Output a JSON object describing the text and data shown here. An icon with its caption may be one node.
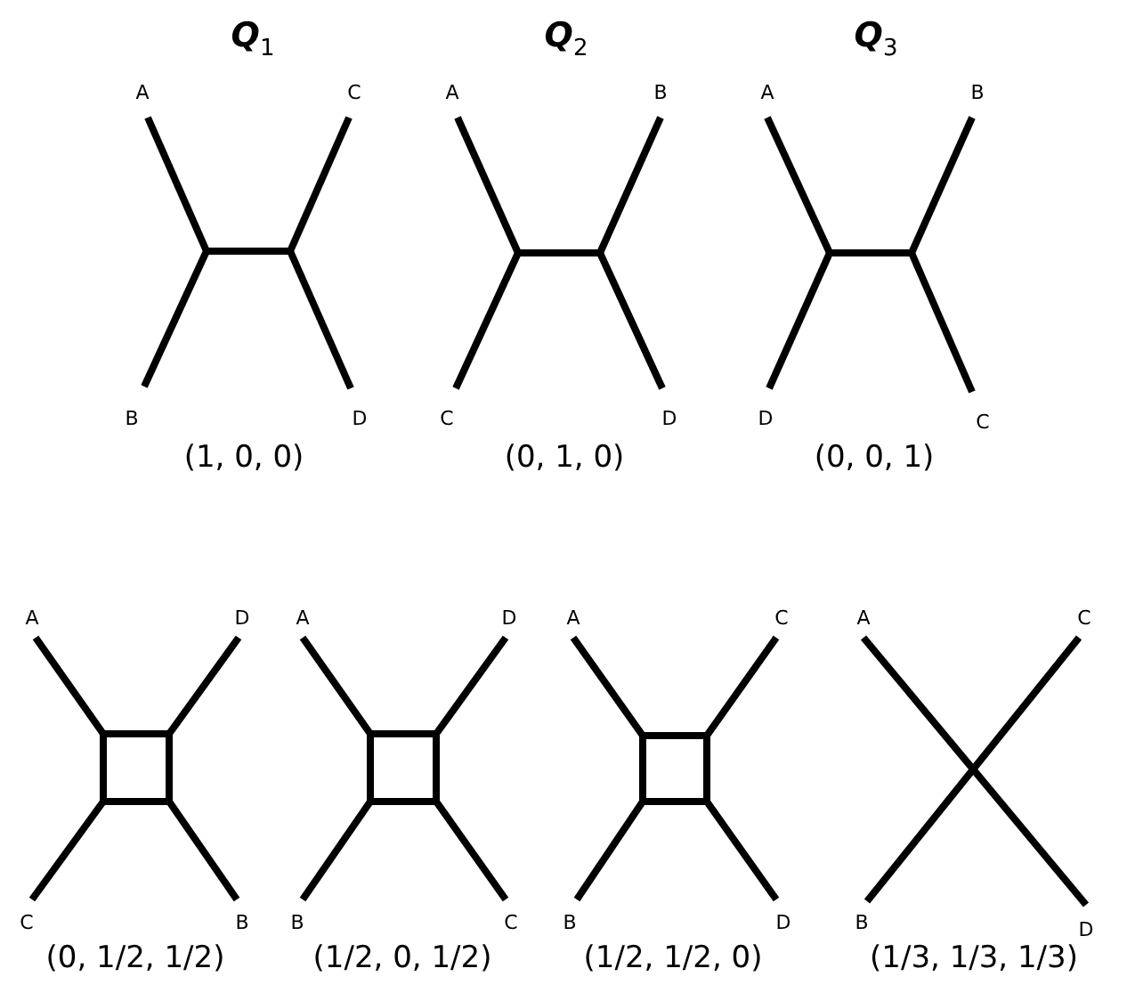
{
  "diagram": {
    "labels": [
      "*Q*$_{1}$",
      "*Q*$_{2}$",
      "*Q*$_{3}$",
      "A",
      "C",
      "A",
      "B",
      "A",
      "B",
      "B",
      "D",
      "C",
      "D",
      "D",
      "C",
      "(1, 0, 0)",
      "(0, 1, 0)",
      "(0, 0, 1)",
      "A",
      "D",
      "A",
      "D",
      "A",
      "C",
      "A",
      "C",
      "C",
      "B",
      "B",
      "C",
      "B",
      "D",
      "B",
      "D",
      "(0, 1/2, 1/2)",
      "(1/2, 0, 1/2)",
      "(1/2, 1/2, 0)",
      "(1/3, 1/3, 1/3)"
    ]
  }
}
